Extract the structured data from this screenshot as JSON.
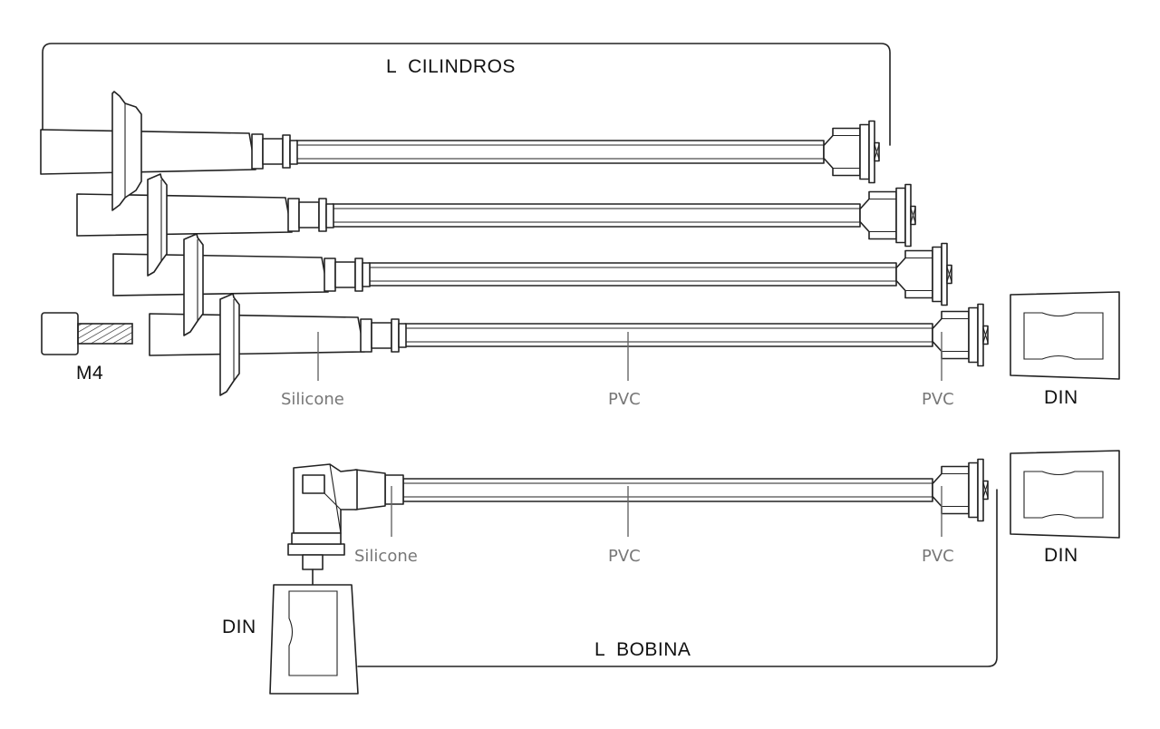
{
  "labels": {
    "l_cilindros": "L  CILINDROS",
    "l_bobina": "L  BOBINA",
    "m4": "M4",
    "din_top": "DIN",
    "din_middle": "DIN",
    "din_bottom": "DIN"
  },
  "materials": {
    "top_silicone": "Silicone",
    "top_pvc_cable": "PVC",
    "top_pvc_boot": "PVC",
    "coil_silicone": "Silicone",
    "coil_pvc_cable": "PVC",
    "coil_pvc_boot": "PVC"
  }
}
